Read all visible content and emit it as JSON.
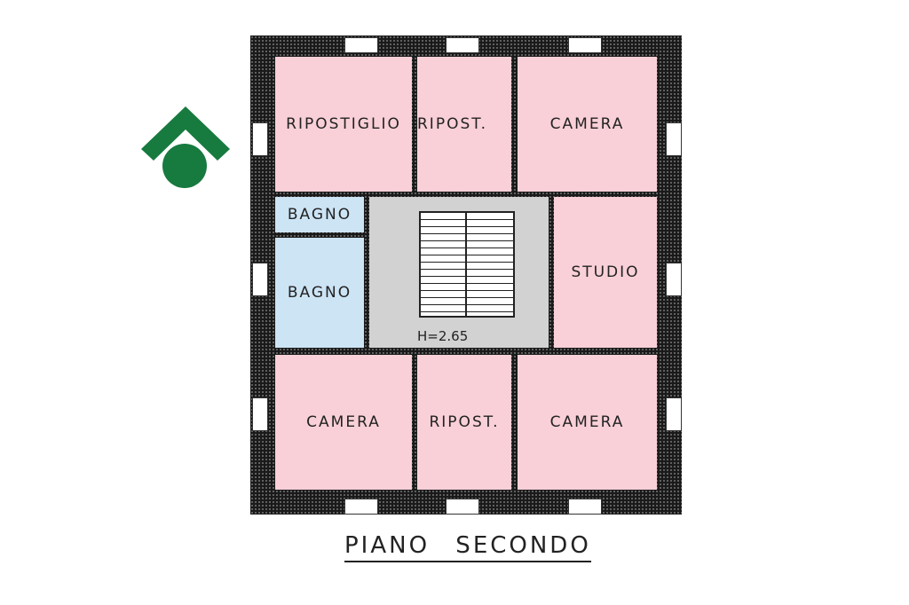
{
  "logo": {
    "name": "green-house-logo",
    "color": "#177a3f"
  },
  "rooms": {
    "ripostiglio": "RIPOSTIGLIO",
    "ripost_top": "RIPOST.",
    "camera_top": "CAMERA",
    "bagno_small": "BAGNO",
    "bagno": "BAGNO",
    "studio": "STUDIO",
    "camera_bl": "CAMERA",
    "ripost_bottom": "RIPOST.",
    "camera_br": "CAMERA"
  },
  "stair_height": "H=2.65",
  "title": "PIANO SECONDO",
  "colors": {
    "room": "#f9d0d8",
    "bath": "#cde4f5",
    "hall": "#d2d2d2"
  }
}
